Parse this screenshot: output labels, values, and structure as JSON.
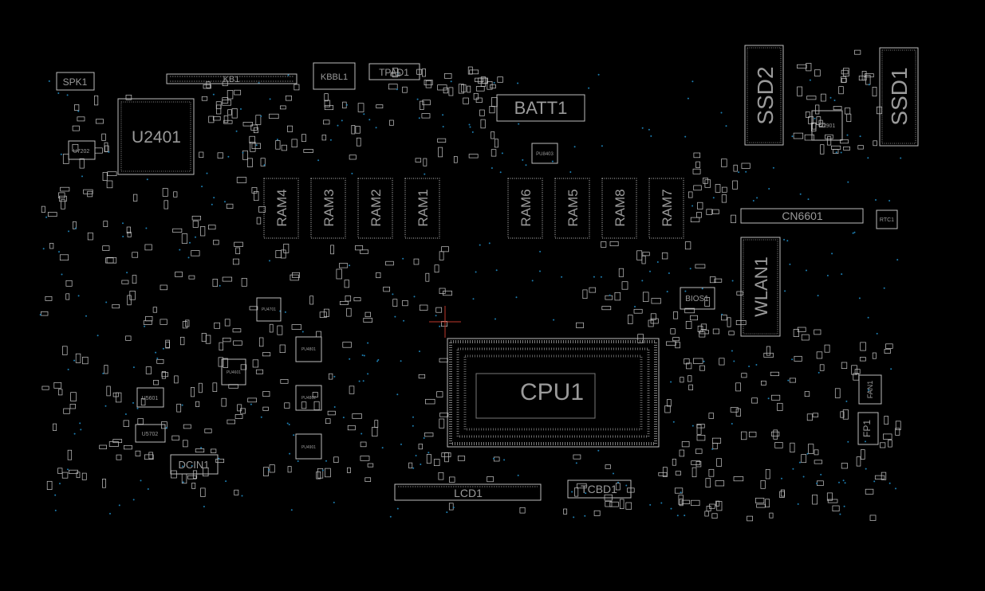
{
  "board": {
    "background": "#000000",
    "outline_color": "#bdbdbd",
    "label_color": "#9a9a9a",
    "via_color": "#1d7fb3",
    "cursor_color": "#c0392b"
  },
  "components": {
    "spk1": "SPK1",
    "kb1": "KB1",
    "kbbl1": "KBBL1",
    "tpad1": "TPAD1",
    "batt1": "BATT1",
    "u2401": "U2401",
    "u7202": "U7202",
    "ram4": "RAM4",
    "ram3": "RAM3",
    "ram2": "RAM2",
    "ram1": "RAM1",
    "ram6": "RAM6",
    "ram5": "RAM5",
    "ram8": "RAM8",
    "ram7": "RAM7",
    "pu8403": "PU8403",
    "ssd2": "SSD2",
    "ssd1": "SSD1",
    "u2901": "U2901",
    "cn6601": "CN6601",
    "rtc1": "RTC1",
    "wlan1": "WLAN1",
    "bios1": "BIOS1",
    "cpu1": "CPU1",
    "fan1": "FAN1",
    "fp1": "FP1",
    "u5601": "U5601",
    "u5702": "U5702",
    "dcin1": "DCIN1",
    "lcd1": "LCD1",
    "tcbd1": "TCBD1",
    "pu4601": "PU4601",
    "pu4701": "PU4701",
    "pu4801": "PU4801",
    "pu4802": "PU4802",
    "pu4901": "PU4901"
  }
}
